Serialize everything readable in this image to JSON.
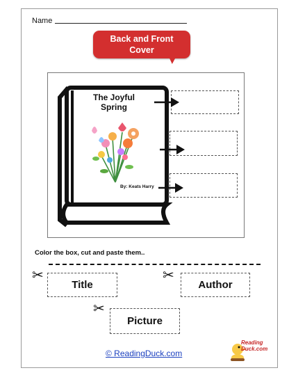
{
  "header": {
    "name_label": "Name"
  },
  "banner": {
    "line1": "Back and Front",
    "line2": "Cover"
  },
  "book": {
    "title_line1": "The Joyful",
    "title_line2": "Spring",
    "author": "By: Keats Harry"
  },
  "instruction": "Color the box, cut and paste them..",
  "cutouts": {
    "title": "Title",
    "author": "Author",
    "picture": "Picture"
  },
  "footer": {
    "link_text": "© ReadingDuck.com",
    "logo_line1": "Reading",
    "logo_line2": "Duck.com"
  },
  "icons": {
    "scissors": "scissors-icon",
    "arrow": "arrow-right-icon",
    "duck": "duck-logo-icon"
  },
  "colors": {
    "banner": "#d32f2f",
    "link": "#1a3fbf"
  }
}
